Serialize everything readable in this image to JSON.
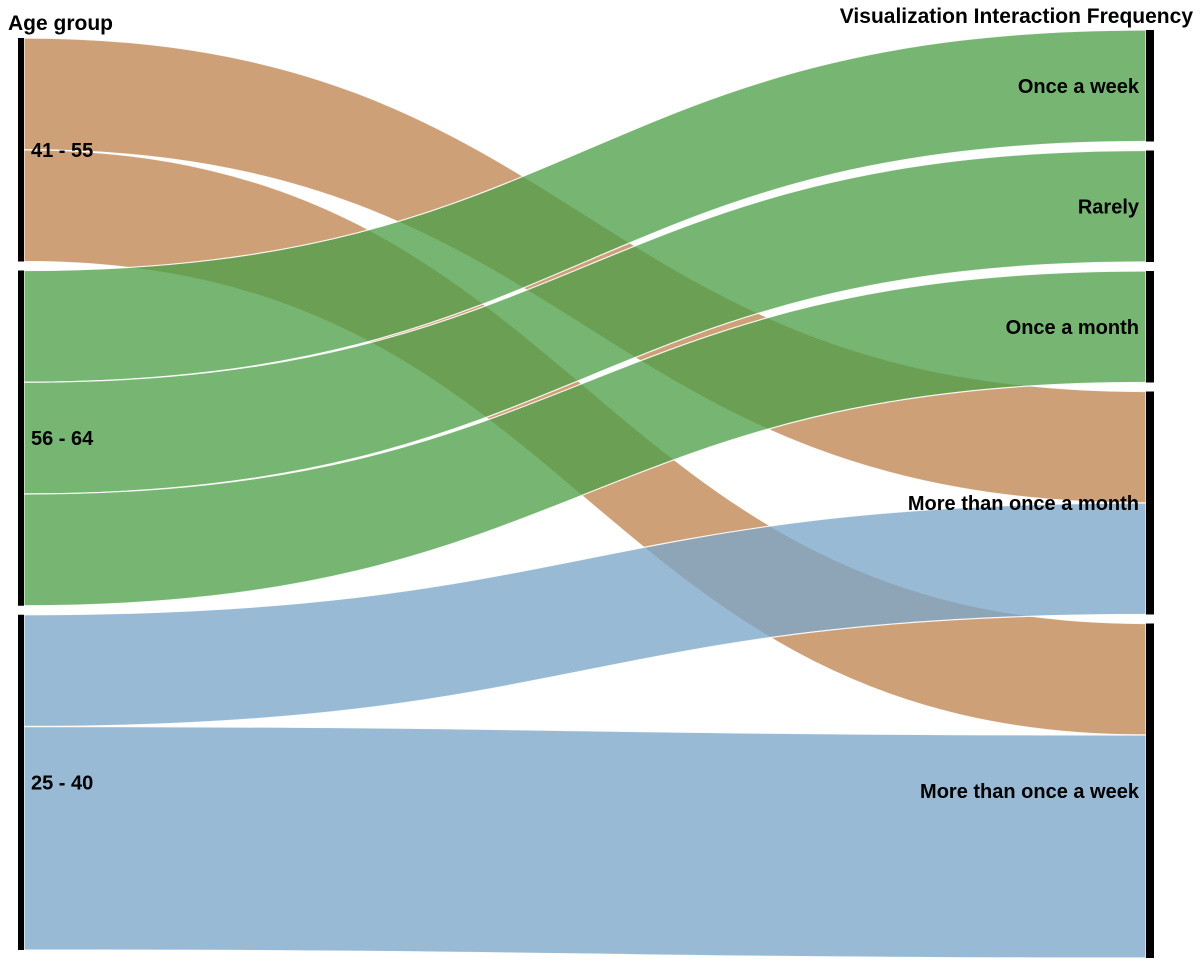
{
  "chart_data": {
    "type": "sankey",
    "left_axis_title": "Age group",
    "right_axis_title": "Visualization Interaction Frequency",
    "left_nodes": [
      {
        "id": "41-55",
        "label": "41 - 55",
        "color": "#C08552"
      },
      {
        "id": "56-64",
        "label": "56 - 64",
        "color": "#4FA04A"
      },
      {
        "id": "25-40",
        "label": "25 - 40",
        "color": "#7BA6C8"
      }
    ],
    "right_nodes": [
      {
        "id": "once-week",
        "label": "Once a week"
      },
      {
        "id": "rarely",
        "label": "Rarely"
      },
      {
        "id": "once-month",
        "label": "Once a month"
      },
      {
        "id": "more-once-month",
        "label": "More than once a month"
      },
      {
        "id": "more-once-week",
        "label": "More than once a week"
      }
    ],
    "links": [
      {
        "source": "41-55",
        "target": "more-once-month",
        "value": 10
      },
      {
        "source": "41-55",
        "target": "more-once-week",
        "value": 10
      },
      {
        "source": "56-64",
        "target": "once-week",
        "value": 10
      },
      {
        "source": "56-64",
        "target": "rarely",
        "value": 10
      },
      {
        "source": "56-64",
        "target": "once-month",
        "value": 10
      },
      {
        "source": "25-40",
        "target": "more-once-month",
        "value": 10
      },
      {
        "source": "25-40",
        "target": "more-once-week",
        "value": 20
      }
    ],
    "link_opacity": 0.78
  }
}
